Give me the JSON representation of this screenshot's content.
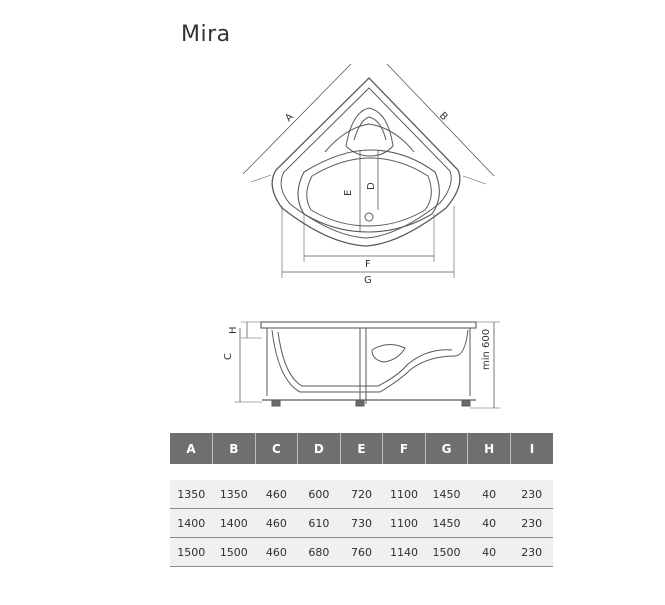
{
  "title": "Mira",
  "labels": {
    "A": "A",
    "B": "B",
    "D": "D",
    "E": "E",
    "F": "F",
    "G": "G",
    "H": "H",
    "C": "C",
    "min600": "min 600"
  },
  "table": {
    "headers": [
      "A",
      "B",
      "C",
      "D",
      "E",
      "F",
      "G",
      "H",
      "I"
    ],
    "rows": [
      [
        "1350",
        "1350",
        "460",
        "600",
        "720",
        "1100",
        "1450",
        "40",
        "230"
      ],
      [
        "1400",
        "1400",
        "460",
        "610",
        "730",
        "1100",
        "1450",
        "40",
        "230"
      ],
      [
        "1500",
        "1500",
        "460",
        "680",
        "760",
        "1140",
        "1500",
        "40",
        "230"
      ]
    ]
  }
}
